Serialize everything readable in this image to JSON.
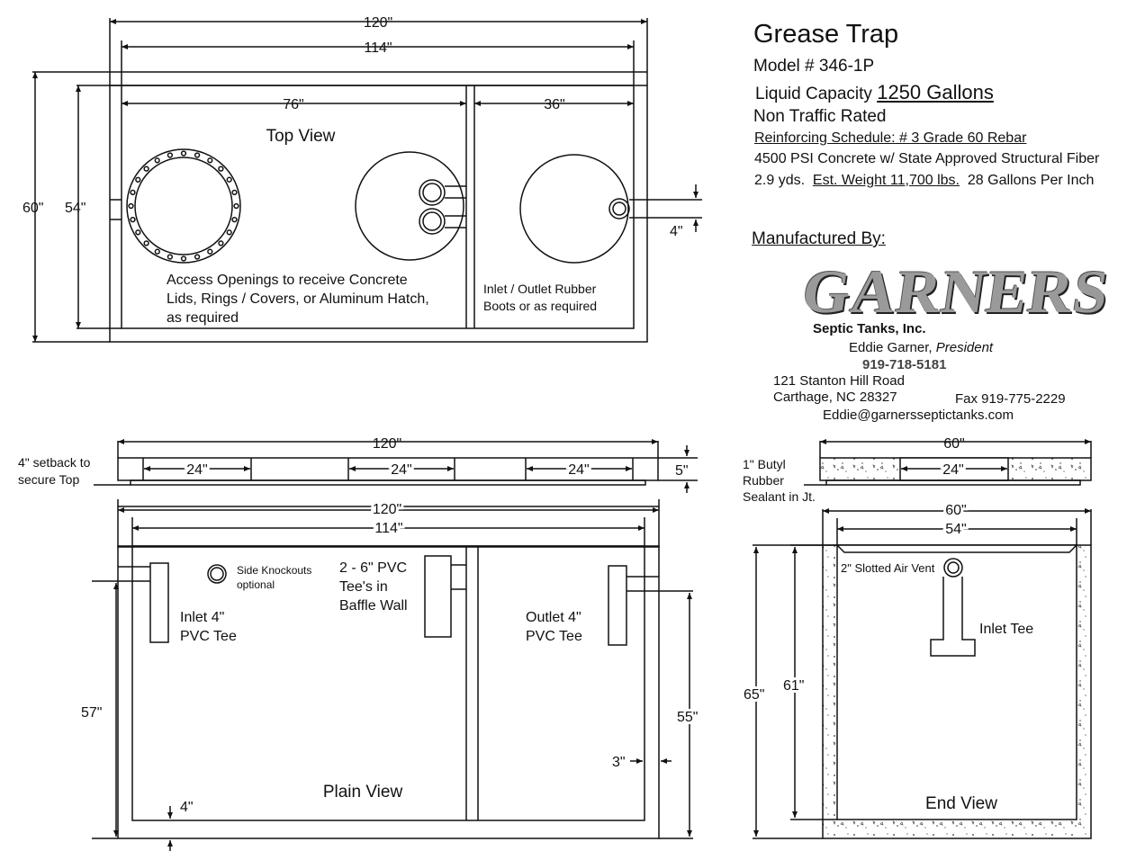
{
  "header": {
    "title": "Grease Trap",
    "model": "Model # 346-1P",
    "capacity_label": "Liquid Capacity",
    "capacity_value": "1250 Gallons",
    "traffic": "Non Traffic Rated",
    "reinforcing_label": "Reinforcing Schedule:",
    "reinforcing_value": " # 3 Grade 60 Rebar",
    "concrete": "4500 PSI Concrete w/ State Approved Structural Fiber",
    "yards": "2.9 yds.",
    "weight": "Est. Weight 11,700 lbs.",
    "per_inch": "28 Gallons Per Inch",
    "manufactured_by": "Manufactured By:"
  },
  "manufacturer": {
    "logo": "GARNERS",
    "company": "Septic Tanks, Inc.",
    "contact_name": "Eddie Garner,",
    "contact_title": "President",
    "phone": "919-718-5181",
    "street": "121 Stanton Hill Road",
    "city": "Carthage, NC 28327",
    "fax": "Fax 919-775-2229",
    "email": "Eddie@garnersseptictanks.com"
  },
  "top_view": {
    "title": "Top View",
    "dim_120": "120\"",
    "dim_114": "114\"",
    "dim_76": "76\"",
    "dim_36": "36\"",
    "dim_60": "60\"",
    "dim_54": "54\"",
    "dim_4": "4\"",
    "note_access_1": "Access Openings to receive Concrete",
    "note_access_2": "Lids, Rings / Covers, or Aluminum Hatch,",
    "note_access_3": "as required",
    "note_inlet_1": "Inlet / Outlet  Rubber",
    "note_inlet_2": "Boots or as required"
  },
  "lid_view": {
    "dim_120": "120\"",
    "dim_24_a": "24\"",
    "dim_24_b": "24\"",
    "dim_24_c": "24\"",
    "dim_5": "5\"",
    "setback_1": "4\" setback to",
    "setback_2": "secure Top"
  },
  "end_lid_view": {
    "dim_60": "60\"",
    "dim_24": "24\"",
    "butyl_1": "1\" Butyl",
    "butyl_2": "Rubber",
    "butyl_3": "Sealant in Jt."
  },
  "plain_view": {
    "title": "Plain View",
    "dim_120": "120\"",
    "dim_114": "114\"",
    "dim_57": "57\"",
    "dim_55": "55\"",
    "dim_3": "3\"",
    "dim_4": "4\"",
    "knockout_1": "Side Knockouts",
    "knockout_2": "optional",
    "baffle_1": "2 - 6\" PVC",
    "baffle_2": "Tee's in",
    "baffle_3": "Baffle Wall",
    "inlet_1": "Inlet 4\"",
    "inlet_2": "PVC Tee",
    "outlet_1": "Outlet 4\"",
    "outlet_2": "PVC Tee"
  },
  "end_view": {
    "title": "End View",
    "dim_60": "60\"",
    "dim_54": "54\"",
    "dim_65": "65\"",
    "dim_61": "61\"",
    "vent": "2\" Slotted Air Vent",
    "inlet_tee": "Inlet Tee"
  }
}
